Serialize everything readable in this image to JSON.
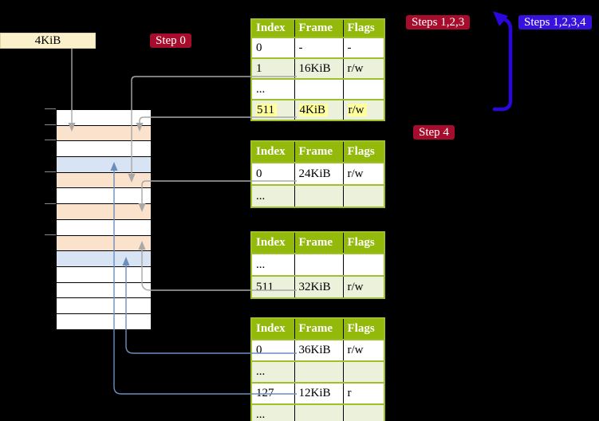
{
  "frame_label": {
    "text": "4KiB"
  },
  "badges": {
    "step0": {
      "label": "Step 0"
    },
    "steps123": {
      "label": "Steps 1,2,3"
    },
    "steps1234": {
      "label": "Steps 1,2,3,4"
    },
    "step4": {
      "label": "Step 4"
    }
  },
  "page_tables": [
    {
      "name": "page-table-1",
      "headers": [
        "Index",
        "Frame",
        "Flags"
      ],
      "rows": [
        {
          "cells": [
            "0",
            "-",
            "-"
          ],
          "shaded": false,
          "highlighted": false
        },
        {
          "cells": [
            "1",
            "16KiB",
            "r/w"
          ],
          "shaded": true,
          "highlighted": false
        },
        {
          "cells": [
            "...",
            "",
            ""
          ],
          "shaded": false,
          "highlighted": false
        },
        {
          "cells": [
            "511",
            "4KiB",
            "r/w"
          ],
          "shaded": true,
          "highlighted": true
        }
      ]
    },
    {
      "name": "page-table-2",
      "headers": [
        "Index",
        "Frame",
        "Flags"
      ],
      "rows": [
        {
          "cells": [
            "0",
            "24KiB",
            "r/w"
          ],
          "shaded": false,
          "highlighted": false
        },
        {
          "cells": [
            "...",
            "",
            ""
          ],
          "shaded": true,
          "highlighted": false
        }
      ]
    },
    {
      "name": "page-table-3",
      "headers": [
        "Index",
        "Frame",
        "Flags"
      ],
      "rows": [
        {
          "cells": [
            "...",
            "",
            ""
          ],
          "shaded": false,
          "highlighted": false
        },
        {
          "cells": [
            "511",
            "32KiB",
            "r/w"
          ],
          "shaded": true,
          "highlighted": false
        }
      ]
    },
    {
      "name": "page-table-4",
      "headers": [
        "Index",
        "Frame",
        "Flags"
      ],
      "rows": [
        {
          "cells": [
            "0",
            "36KiB",
            "r/w"
          ],
          "shaded": false,
          "highlighted": false
        },
        {
          "cells": [
            "...",
            "",
            ""
          ],
          "shaded": true,
          "highlighted": false
        },
        {
          "cells": [
            "127",
            "12KiB",
            "r"
          ],
          "shaded": false,
          "highlighted": false
        },
        {
          "cells": [
            "...",
            "",
            ""
          ],
          "shaded": true,
          "highlighted": false
        }
      ]
    }
  ],
  "memory": {
    "rows": [
      "free",
      "page-table",
      "free",
      "mapped",
      "page-table",
      "free",
      "page-table",
      "free",
      "page-table",
      "mapped",
      "free",
      "free",
      "free",
      "free"
    ]
  },
  "colors": {
    "table-header-green": "#93BA0B",
    "table-border-green": "#9FC02B",
    "table-row-green": "#EBF1DA",
    "highlight-yellow": "#FFFF9C",
    "frame-orange": "#FBE2CC",
    "frame-blue": "#D8E4F4",
    "frame-cream": "#FAF0C9",
    "badge-red": "#A60D2C",
    "badge-blue": "#3911DC",
    "arrow-blue": "#2B07DC",
    "connector-gray": "#A8A8A8",
    "connector-blue": "#6C8EBF"
  }
}
